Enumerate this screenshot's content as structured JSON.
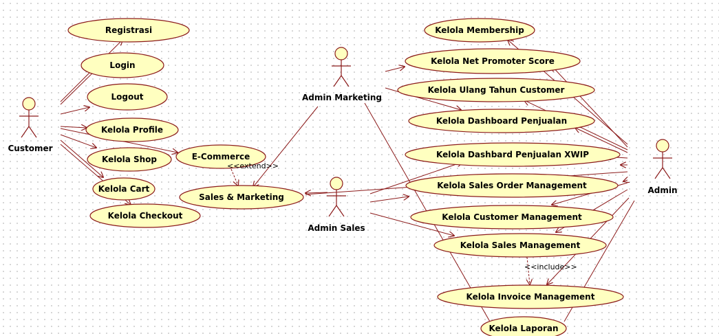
{
  "actors": {
    "customer": "Customer",
    "admin_marketing": "Admin Marketing",
    "admin_sales": "Admin Sales",
    "admin": "Admin"
  },
  "use_cases": {
    "registrasi": "Registrasi",
    "login": "Login",
    "logout": "Logout",
    "kelola_profile": "Kelola Profile",
    "kelola_shop": "Kelola Shop",
    "kelola_cart": "Kelola Cart",
    "kelola_checkout": "Kelola Checkout",
    "ecommerce": "E-Commerce",
    "sales_marketing": "Sales & Marketing",
    "kelola_membership": "Kelola Membership",
    "kelola_nps": "Kelola Net Promoter Score",
    "kelola_ulang_tahun": "Kelola Ulang Tahun Customer",
    "kelola_dashboard": "Kelola Dashboard Penjualan",
    "kelola_dashboard_xwip": "Kelola Dashbard Penjualan XWIP",
    "kelola_sales_order": "Kelola Sales Order Management",
    "kelola_customer_mgmt": "Kelola Customer Management",
    "kelola_sales_mgmt": "Kelola Sales Management",
    "kelola_invoice": "Kelola Invoice Management",
    "kelola_laporan": "Kelola Laporan"
  },
  "stereotypes": {
    "extend": "<<extend>>",
    "include": "<<include>>"
  },
  "colors": {
    "use_case_fill": "#ffffc0",
    "line": "#8b1a1a"
  }
}
